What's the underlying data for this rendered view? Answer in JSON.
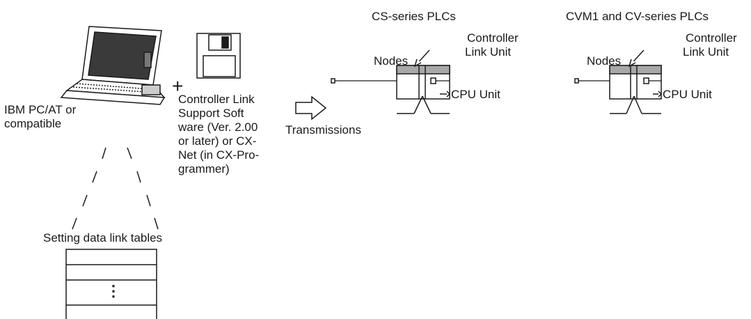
{
  "pc": {
    "label_line1": "IBM PC/AT or",
    "label_line2": "compatible"
  },
  "plus_sign": "+",
  "software": {
    "line1": "Controller Link",
    "line2": "Support Soft",
    "line3": "ware (Ver. 2.00",
    "line4": "or later) or CX-",
    "line5": "Net (in CX-Pro-",
    "line6": "grammer)"
  },
  "transmissions_label": "Transmissions",
  "cs_group": {
    "title": "CS-series PLCs",
    "nodes": "Nodes",
    "clu_line1": "Controller",
    "clu_line2": "Link Unit",
    "cpu": "CPU Unit"
  },
  "cv_group": {
    "title": "CVM1 and CV-series PLCs",
    "nodes": "Nodes",
    "clu_line1": "Controller",
    "clu_line2": "Link Unit",
    "cpu": "CPU Unit"
  },
  "table": {
    "caption": "Setting data link tables",
    "ellipsis": "⋮"
  },
  "colors": {
    "line": "#1a1a1a",
    "unit_top": "#a8a8a8",
    "screen": "#3a3a3a"
  }
}
